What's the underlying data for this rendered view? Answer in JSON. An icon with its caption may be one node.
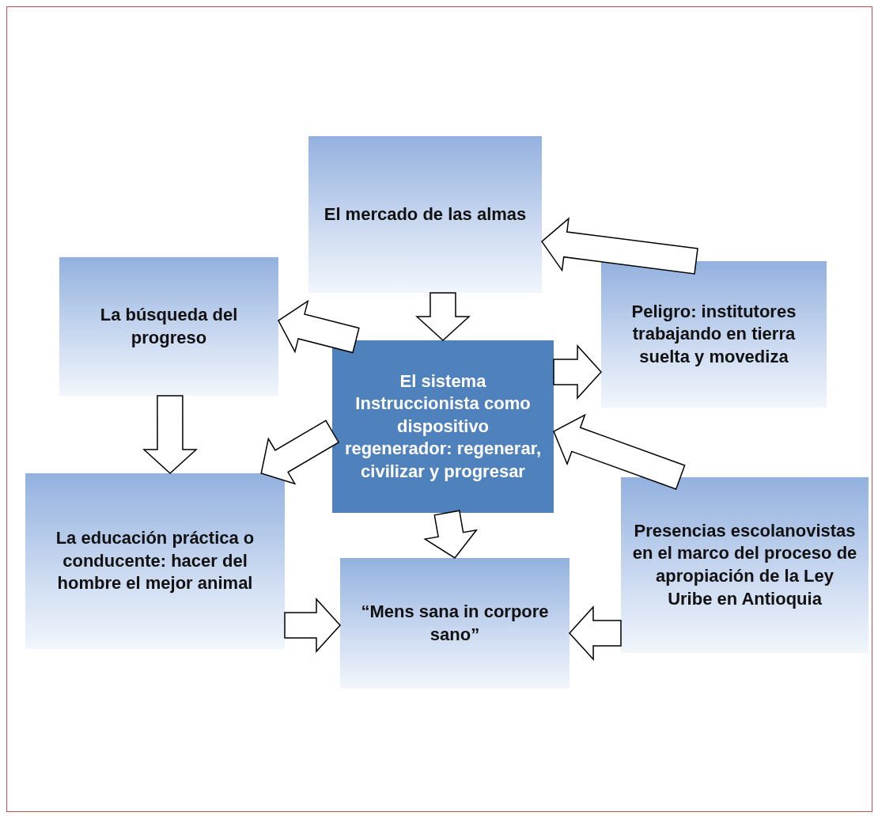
{
  "diagram": {
    "nodes": [
      {
        "text": [
          "El mercado de las almas"
        ]
      },
      {
        "text": [
          "La búsqueda del progreso"
        ]
      },
      {
        "text": [
          "Peligro: institutores trabajando en tierra suelta y movediza"
        ]
      },
      {
        "text": [
          "El sistema Instruccionista como dispositivo regenerador: regenerar, civilizar y progresar"
        ]
      },
      {
        "text": [
          "La educación práctica o conducente: hacer del hombre el mejor animal"
        ]
      },
      {
        "text": [
          "“Mens sana in corpore sano”"
        ]
      },
      {
        "text": [
          "Presencias escolanovistas en el marco del proceso de apropiación de la Ley Uribe en Antioquia"
        ]
      }
    ],
    "edges": [
      {
        "from": 2,
        "to": 0,
        "arrow": "to"
      },
      {
        "from": 0,
        "to": 3,
        "arrow": "to"
      },
      {
        "from": 3,
        "to": 1,
        "arrow": "to"
      },
      {
        "from": 3,
        "to": 2,
        "arrow": "to"
      },
      {
        "from": 6,
        "to": 3,
        "arrow": "to"
      },
      {
        "from": 1,
        "to": 4,
        "arrow": "to"
      },
      {
        "from": 3,
        "to": 4,
        "arrow": "to"
      },
      {
        "from": 3,
        "to": 5,
        "arrow": "to"
      },
      {
        "from": 4,
        "to": 5,
        "arrow": "to"
      },
      {
        "from": 6,
        "to": 5,
        "arrow": "to"
      }
    ]
  }
}
